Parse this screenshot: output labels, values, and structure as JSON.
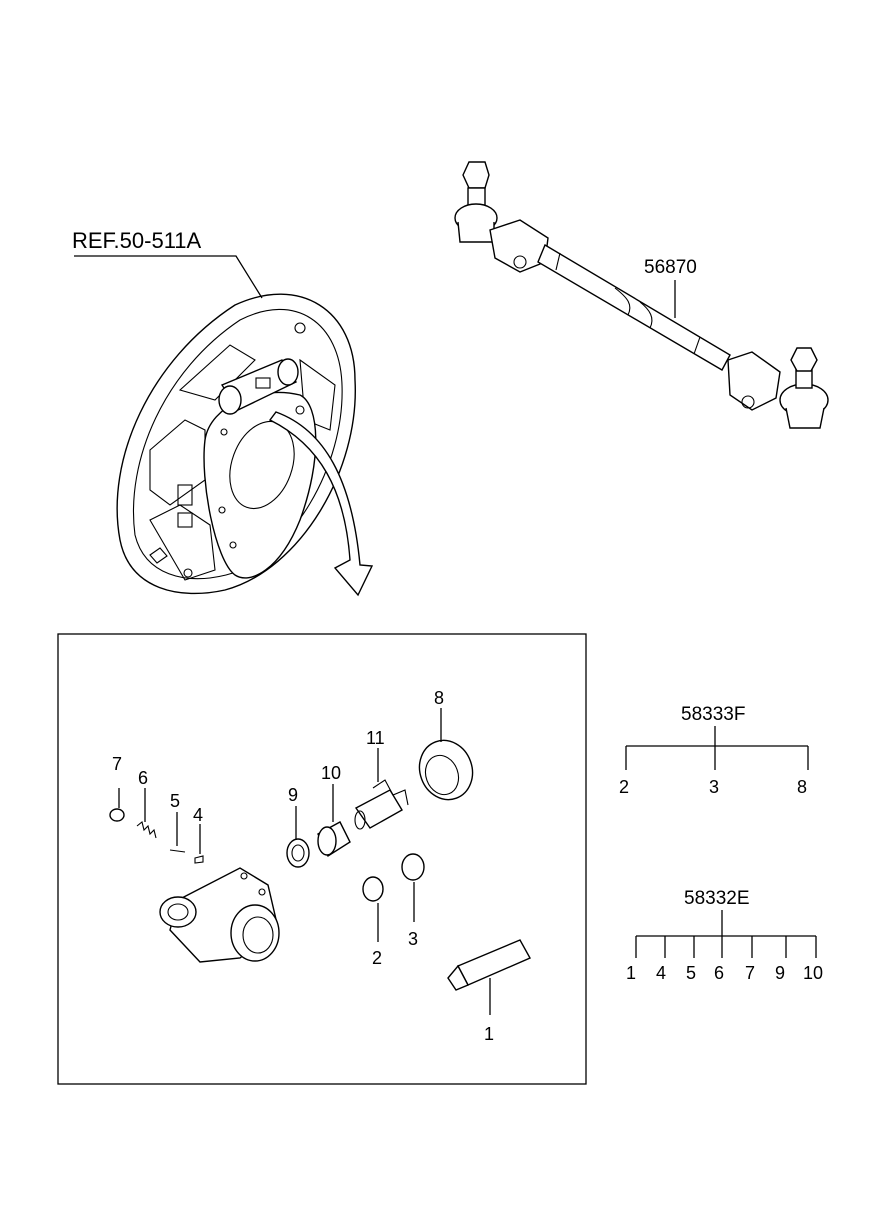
{
  "ref_label": "REF.50-511A",
  "tie_rod_number": "56870",
  "callouts": {
    "c1": "1",
    "c2": "2",
    "c3": "3",
    "c4": "4",
    "c5": "5",
    "c6": "6",
    "c7": "7",
    "c8": "8",
    "c9": "9",
    "c10": "10",
    "c11": "11"
  },
  "kit_a": {
    "number": "58333F",
    "items": [
      "2",
      "3",
      "8"
    ]
  },
  "kit_b": {
    "number": "58332E",
    "items": [
      "1",
      "4",
      "5",
      "6",
      "7",
      "9",
      "10"
    ]
  }
}
